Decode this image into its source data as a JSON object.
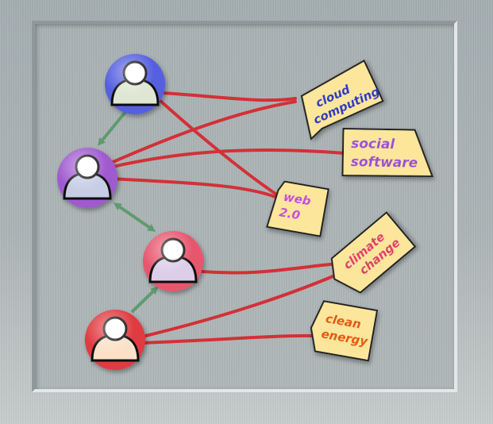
{
  "colors": {
    "background": "#aab2b4",
    "link_line": "#d23137",
    "arrow": "#5f9b6e",
    "tag_fill": "#fbe69b"
  },
  "people": [
    {
      "id": "user-1",
      "ring": "#5560e0",
      "body": "#dfe6d3",
      "icon": "person-icon"
    },
    {
      "id": "user-2",
      "ring": "#a05ad0",
      "body": "#c8cde6",
      "icon": "person-icon"
    },
    {
      "id": "user-3",
      "ring": "#e8566e",
      "body": "#dccde8",
      "icon": "person-icon"
    },
    {
      "id": "user-4",
      "ring": "#e03a40",
      "body": "#fbe1c8",
      "icon": "person-icon"
    }
  ],
  "tags": [
    {
      "id": "cloud-computing",
      "lines": [
        "cloud",
        "computing"
      ],
      "text_color": "#2b38c8"
    },
    {
      "id": "social-software",
      "lines": [
        "social",
        "software"
      ],
      "text_color": "#9a4fd6"
    },
    {
      "id": "web-2-0",
      "lines": [
        "web",
        "2.0"
      ],
      "text_color": "#c64be0"
    },
    {
      "id": "climate-change",
      "lines": [
        "climate",
        "change"
      ],
      "text_color": "#e23b6e"
    },
    {
      "id": "clean-energy",
      "lines": [
        "clean",
        "energy"
      ],
      "text_color": "#e8560e"
    }
  ]
}
